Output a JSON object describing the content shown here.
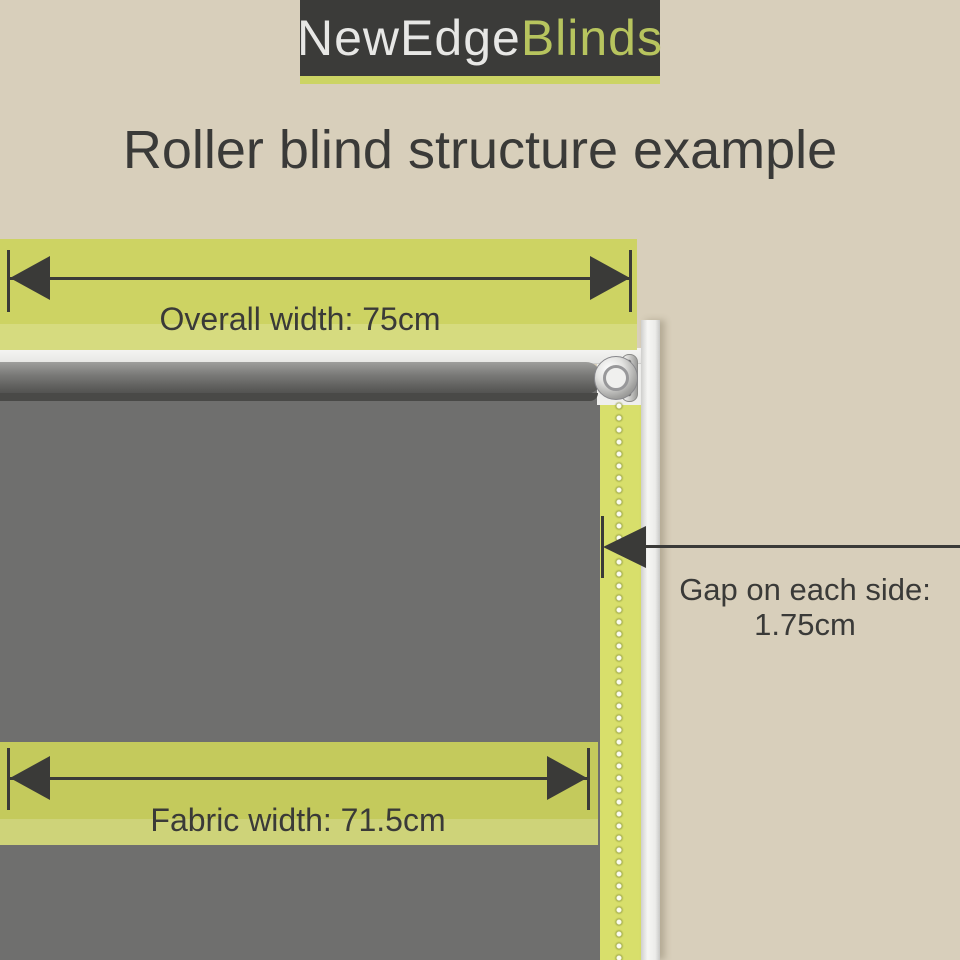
{
  "brand": {
    "primary": "NewEdge",
    "secondary": "Blinds"
  },
  "title": "Roller blind structure example",
  "diagram": {
    "overall_width_label": "Overall width: 75cm",
    "fabric_width_label": "Fabric width: 71.5cm",
    "gap_label_line1": "Gap on each side:",
    "gap_label_line2": "1.75cm",
    "overall_width_cm": 75,
    "fabric_width_cm": 71.5,
    "gap_each_side_cm": 1.75
  },
  "colors": {
    "background": "#d8cfbb",
    "header_bg": "#3b3b39",
    "brand_primary_text": "#e7e7e5",
    "brand_secondary_text": "#b7c45e",
    "header_underline": "#ccd464",
    "dark_ink": "#3a3a38",
    "band_green": "#cdd363",
    "strip_green": "#d8df6b",
    "fabric_band_green": "#c4ca5c",
    "fabric_gray": "#6f6f6e",
    "frame_white": "#f0f0ee"
  }
}
